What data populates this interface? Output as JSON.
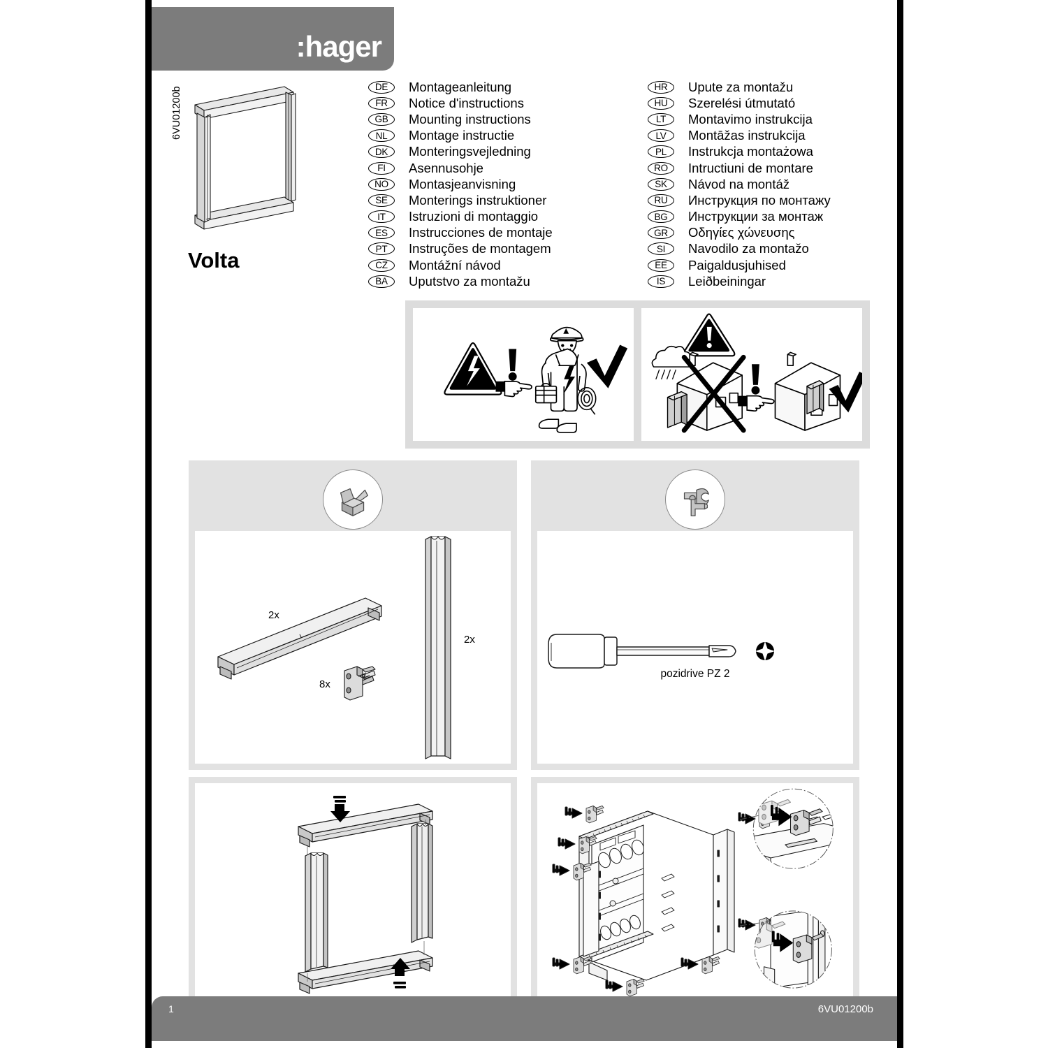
{
  "header": {
    "logo": ":hager",
    "brand_color": "#7c7c7c"
  },
  "product": {
    "title": "Volta",
    "vertical_code": "6VU01200b",
    "illustration": "enclosure-frame-isometric"
  },
  "languages_left": [
    {
      "code": "DE",
      "text": "Montageanleitung"
    },
    {
      "code": "FR",
      "text": "Notice d'instructions"
    },
    {
      "code": "GB",
      "text": "Mounting instructions"
    },
    {
      "code": "NL",
      "text": "Montage instructie"
    },
    {
      "code": "DK",
      "text": "Monteringsvejledning"
    },
    {
      "code": "FI",
      "text": "Asennusohje"
    },
    {
      "code": "NO",
      "text": "Montasjeanvisning"
    },
    {
      "code": "SE",
      "text": "Monterings instruktioner"
    },
    {
      "code": "IT",
      "text": "Istruzioni di montaggio"
    },
    {
      "code": "ES",
      "text": "Instrucciones de montaje"
    },
    {
      "code": "PT",
      "text": "Instruções de montagem"
    },
    {
      "code": "CZ",
      "text": "Montážní návod"
    },
    {
      "code": "BA",
      "text": "Uputstvo za montažu"
    }
  ],
  "languages_right": [
    {
      "code": "HR",
      "text": "Upute za montažu"
    },
    {
      "code": "HU",
      "text": "Szerelési útmutató"
    },
    {
      "code": "LT",
      "text": "Montavimo instrukcija"
    },
    {
      "code": "LV",
      "text": "Montāžas instrukcija"
    },
    {
      "code": "PL",
      "text": "Instrukcja montażowa"
    },
    {
      "code": "RO",
      "text": "Intructiuni de montare"
    },
    {
      "code": "SK",
      "text": "Návod na montáž"
    },
    {
      "code": "RU",
      "text": "Инструкция по монтажу"
    },
    {
      "code": "BG",
      "text": "Инструкции за монтаж"
    },
    {
      "code": "GR",
      "text": "Οδηγίες χώνευσης"
    },
    {
      "code": "SI",
      "text": "Navodilo za montažo"
    },
    {
      "code": "EE",
      "text": "Paigaldusjuhised"
    },
    {
      "code": "IS",
      "text": "Leiðbeiningar"
    }
  ],
  "safety": {
    "panel_1": {
      "name": "electrical-hazard-qualified-electrician",
      "icons": [
        "high-voltage-triangle-icon",
        "exclamation-icon",
        "pointing-hand-icon",
        "electrician-figure-icon",
        "checkmark-icon"
      ]
    },
    "panel_2": {
      "name": "indoor-mounting-only",
      "icons": [
        "warning-triangle-icon",
        "rain-cloud-icon",
        "house-outdoor-crossed-icon",
        "cross-out-icon",
        "exclamation-icon",
        "pointing-hand-icon",
        "house-indoor-icon",
        "checkmark-icon"
      ]
    }
  },
  "panels": {
    "parts": {
      "header_icon": "open-box-icon",
      "items": [
        {
          "qty": "2x",
          "name": "horizontal-rail"
        },
        {
          "qty": "2x",
          "name": "vertical-profile"
        },
        {
          "qty": "8x",
          "name": "mounting-bracket-clip"
        }
      ]
    },
    "tools": {
      "header_icon": "wrench-hammer-icon",
      "tool_name": "screwdriver",
      "tool_label": "pozidrive PZ 2",
      "bit_icon": "pozidrive-cross-head-icon"
    },
    "assembly": {
      "name": "frame-assembly-exploded-view",
      "arrows": [
        "down-arrow",
        "up-arrow"
      ]
    },
    "installation": {
      "name": "enclosure-bracket-installation",
      "detail_callouts": [
        {
          "name": "bracket-insert-detail-top"
        },
        {
          "name": "bracket-insert-detail-bottom"
        }
      ]
    }
  },
  "footer": {
    "page_number": "1",
    "document_code": "6VU01200b"
  }
}
